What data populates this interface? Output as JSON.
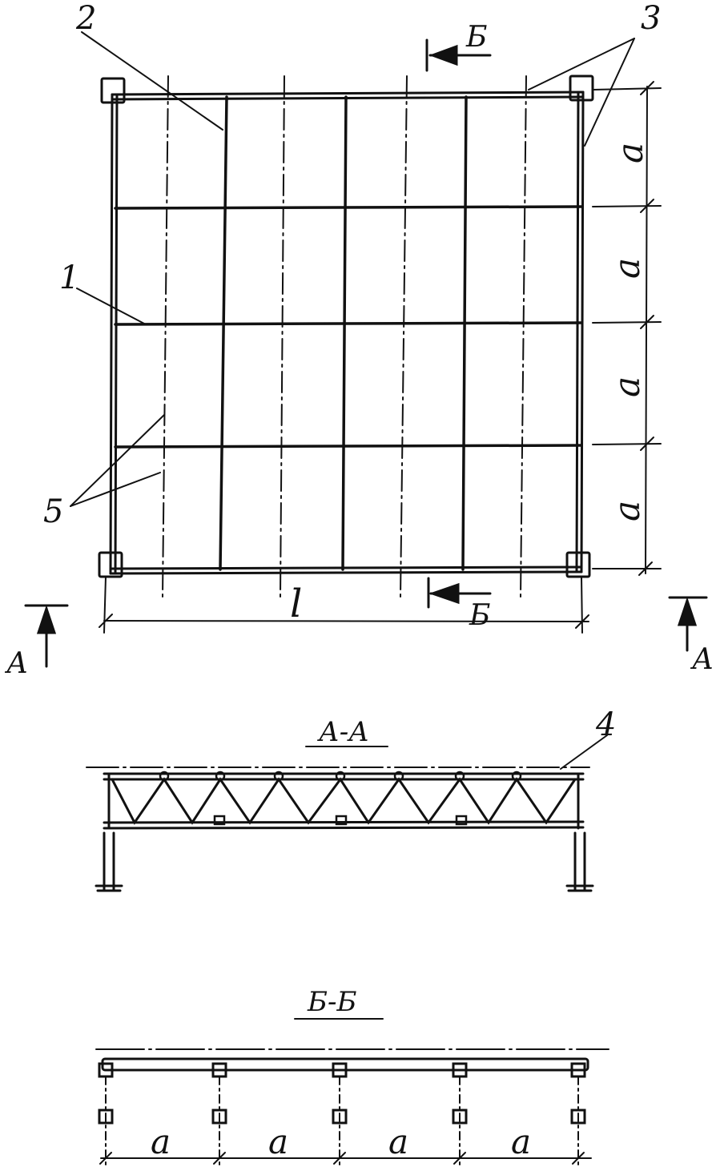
{
  "plan": {
    "dim_a": "a",
    "dim_span": "l",
    "callouts": {
      "c1": "1",
      "c2": "2",
      "c3": "3",
      "c4": "4",
      "c5": "5"
    },
    "section_a_mark": "А",
    "section_b_mark": "Б"
  },
  "section_aa": {
    "title": "А-А"
  },
  "section_bb": {
    "title": "Б-Б",
    "dim_a": "a"
  }
}
